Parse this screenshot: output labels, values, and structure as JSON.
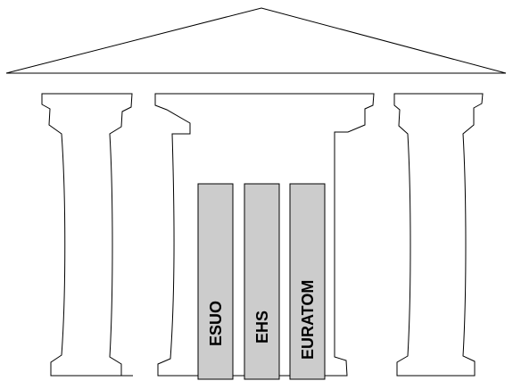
{
  "diagram": {
    "colors": {
      "stroke": "#000000",
      "pillar_fill": "#cccccc",
      "background": "#ffffff"
    },
    "pillars": [
      {
        "label": "ESUO"
      },
      {
        "label": "EHS"
      },
      {
        "label": "EURATOM"
      }
    ]
  }
}
